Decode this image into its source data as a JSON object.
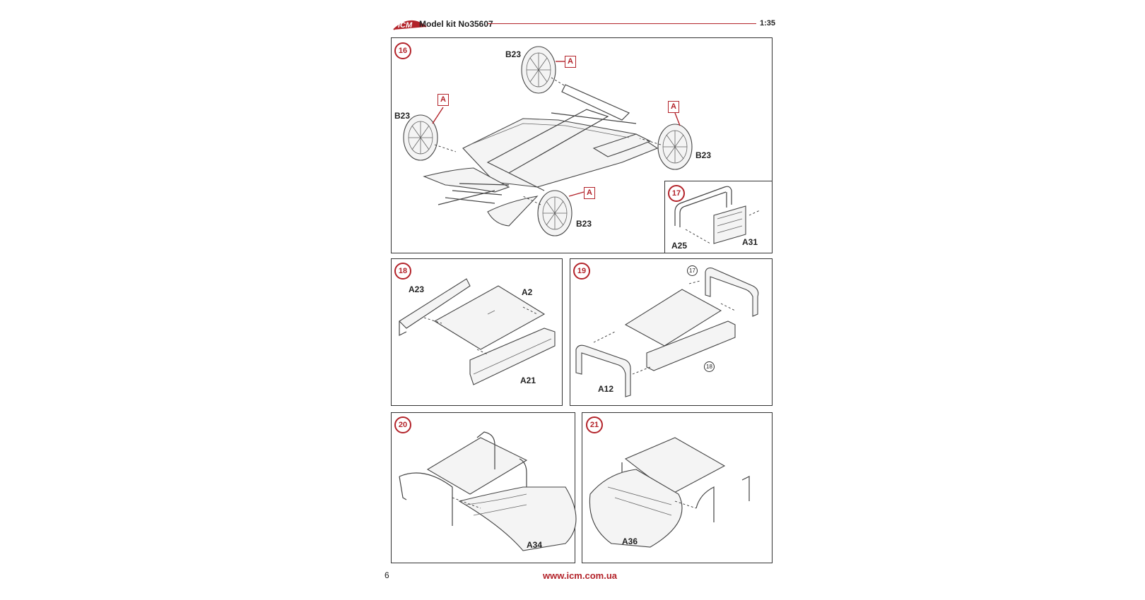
{
  "header": {
    "brand": "ICM",
    "kit_label": "Model kit No35607",
    "scale": "1:35"
  },
  "steps": [
    {
      "number": "16",
      "parts": [
        "B23",
        "B23",
        "B23",
        "B23"
      ],
      "marker": "A"
    },
    {
      "number": "17",
      "parts": [
        "A25",
        "A31"
      ]
    },
    {
      "number": "18",
      "parts": [
        "A23",
        "A2",
        "A21"
      ]
    },
    {
      "number": "19",
      "parts": [
        "A12"
      ],
      "refs": [
        "17",
        "18"
      ]
    },
    {
      "number": "20",
      "parts": [
        "A34"
      ]
    },
    {
      "number": "21",
      "parts": [
        "A36"
      ]
    }
  ],
  "footer": {
    "page_number": "6",
    "url": "www.icm.com.ua"
  },
  "colors": {
    "accent": "#b3232a",
    "line": "#333333"
  }
}
